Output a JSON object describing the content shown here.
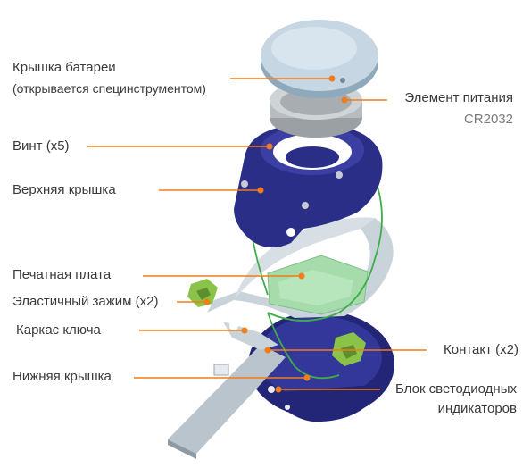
{
  "labels": {
    "battery_cover": "Крышка батареи",
    "battery_cover_note": "(открывается специнструментом)",
    "battery": "Элемент питания",
    "battery_model": "CR2032",
    "screw": "Винт (x5)",
    "top_cover": "Верхняя крышка",
    "pcb": "Печатная плата",
    "clip": "Эластичный зажим (x2)",
    "frame": "Каркас ключа",
    "contact": "Контакт (x2)",
    "bottom_cover": "Нижняя крышка",
    "led_block_line1": "Блок светодиодных",
    "led_block_line2": "индикаторов"
  },
  "colors": {
    "leader": "#ef7d1a",
    "navy": "#2c2f86",
    "metal": "#c8d3dc",
    "pcb": "#9fd9a6",
    "clip": "#8bc34a",
    "wire": "#3fae49"
  }
}
